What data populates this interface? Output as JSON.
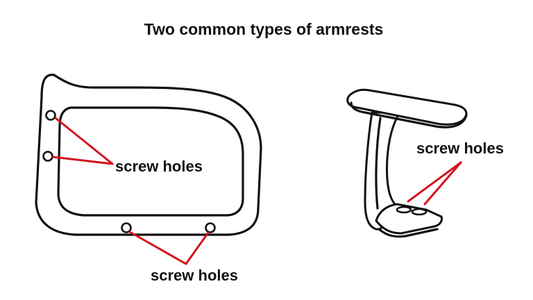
{
  "title": "Two common types of armrests",
  "colors": {
    "outline": "#111111",
    "pointer": "#d3121c",
    "background": "#ffffff"
  },
  "panel_armrest": {
    "side_label": "screw holes",
    "bottom_label": "screw holes"
  },
  "t_armrest": {
    "label": "screw holes"
  }
}
